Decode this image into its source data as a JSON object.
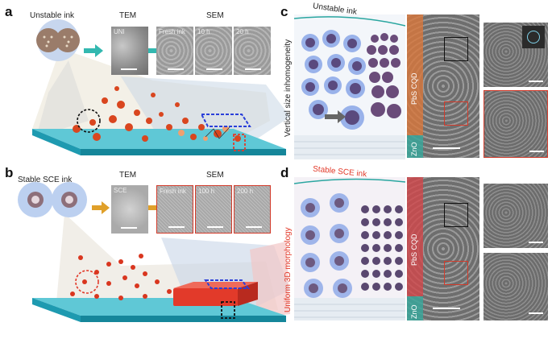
{
  "panels": {
    "a": {
      "letter": "a",
      "ink_label": "Unstable ink",
      "tem_title": "TEM",
      "sem_title": "SEM",
      "tem_tag": "UNI",
      "sem_tags": [
        "Fresh ink",
        "10 h",
        "20 h"
      ]
    },
    "b": {
      "letter": "b",
      "ink_label": "Stable SCE ink",
      "tem_title": "TEM",
      "sem_title": "SEM",
      "tem_tag": "SCE",
      "sem_tags": [
        "Fresh ink",
        "100 h",
        "200 h"
      ]
    },
    "c": {
      "letter": "c",
      "curve_label": "Unstable ink",
      "side_label": "Vertical size inhomogeneity",
      "layer_top": "PbS CQD",
      "layer_bottom": "ZnO"
    },
    "d": {
      "letter": "d",
      "curve_label": "Stable SCE ink",
      "side_label": "Uniform 3D morphology",
      "layer_top": "PbS CQD",
      "layer_bottom": "ZnO"
    }
  },
  "colors": {
    "teal_arrow": "#33b8b0",
    "gold_arrow": "#e0a02a",
    "substrate": "#1e9ab0",
    "red_accent": "#e23a2a",
    "blue_glow": "#7aa6ee",
    "pbs_band_c": "#d9773b",
    "pbs_band_d": "#d2464a",
    "zno_band": "#3aa69a"
  }
}
